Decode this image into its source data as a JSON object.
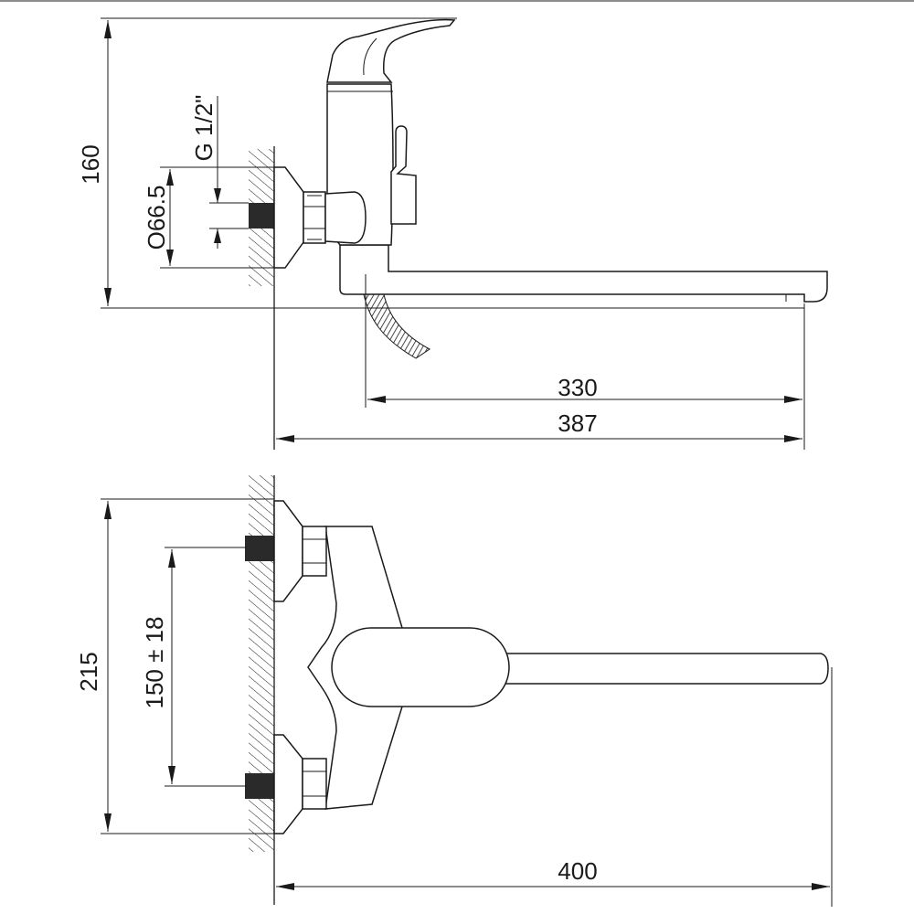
{
  "title": "Wall-mounted bath mixer with long spout — dimension drawing",
  "side_view": {
    "dimensions": {
      "height": "160",
      "flange_diameter": "O66.5",
      "thread": "G 1/2\"",
      "spout_reach": "330",
      "total_reach": "387"
    }
  },
  "top_view": {
    "dimensions": {
      "depth": "215",
      "inlet_spacing": "150 ± 18",
      "total_length": "400"
    }
  },
  "colors": {
    "line": "#1a1a1a",
    "background": "#ffffff",
    "inlet_fill": "#2a2a2a"
  }
}
